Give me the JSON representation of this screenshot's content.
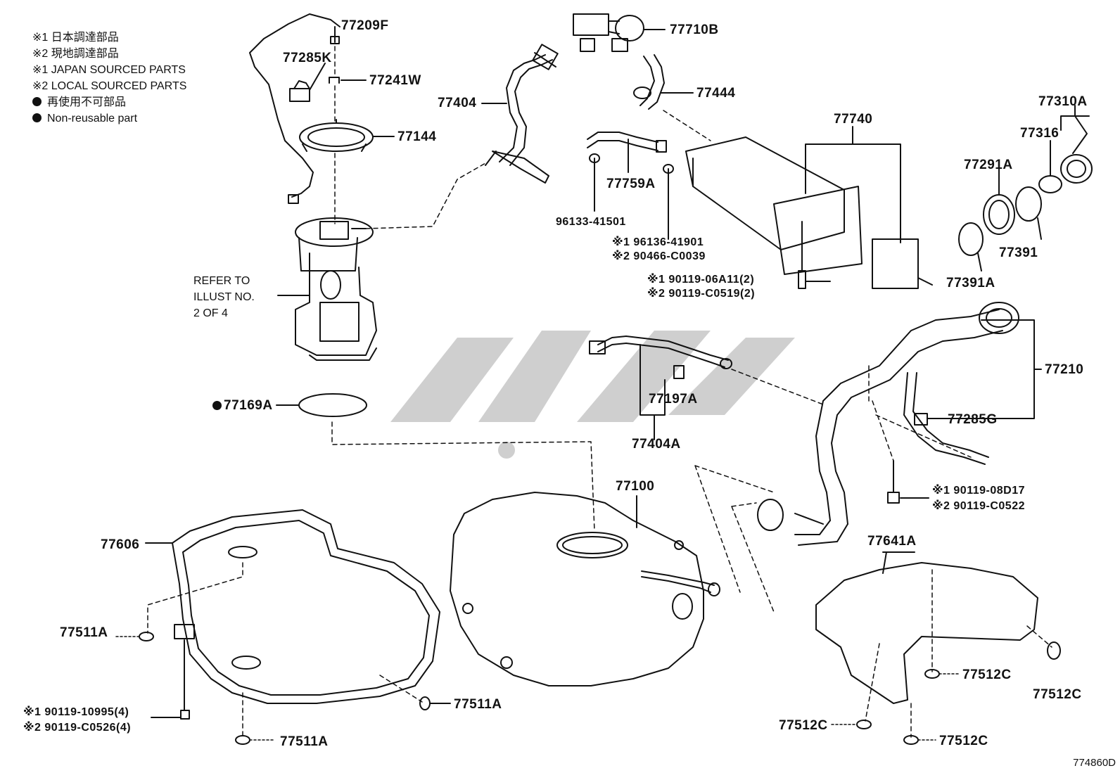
{
  "legend": {
    "line1": "※1 日本調達部品",
    "line2": "※2 現地調達部品",
    "line3": "※1 JAPAN SOURCED PARTS",
    "line4": "※2 LOCAL SOURCED PARTS",
    "line5": "再使用不可部品",
    "line6": "Non-reusable part"
  },
  "refer_note": {
    "line1": "REFER TO",
    "line2": "ILLUST NO.",
    "line3": "2 OF 4"
  },
  "parts": {
    "p77209F": "77209F",
    "p77285K": "77285K",
    "p77241W": "77241W",
    "p77144": "77144",
    "p77404": "77404",
    "p77710B": "77710B",
    "p77444": "77444",
    "p77740": "77740",
    "p77310A": "77310A",
    "p77316": "77316",
    "p77291A": "77291A",
    "p77391": "77391",
    "p77391A": "77391A",
    "p77759A": "77759A",
    "p96133": "96133-41501",
    "p96136": "※1 96136-41901",
    "p90466": "※2 90466-C0039",
    "p90119_06A11": "※1 90119-06A11(2)",
    "p90119_C0519": "※2 90119-C0519(2)",
    "p77169A": "77169A",
    "p77197A": "77197A",
    "p77404A": "77404A",
    "p77210": "77210",
    "p77285G": "77285G",
    "p90119_08D17": "※1 90119-08D17",
    "p90119_C0522": "※2 90119-C0522",
    "p77100": "77100",
    "p77606": "77606",
    "p77511A_1": "77511A",
    "p77511A_2": "77511A",
    "p77511A_3": "77511A",
    "p90119_10995": "※1 90119-10995(4)",
    "p90119_C0526": "※2 90119-C0526(4)",
    "p77641A": "77641A",
    "p77512C_1": "77512C",
    "p77512C_2": "77512C",
    "p77512C_3": "77512C",
    "p77512C_4": "77512C"
  },
  "drawing_number": "774860D"
}
